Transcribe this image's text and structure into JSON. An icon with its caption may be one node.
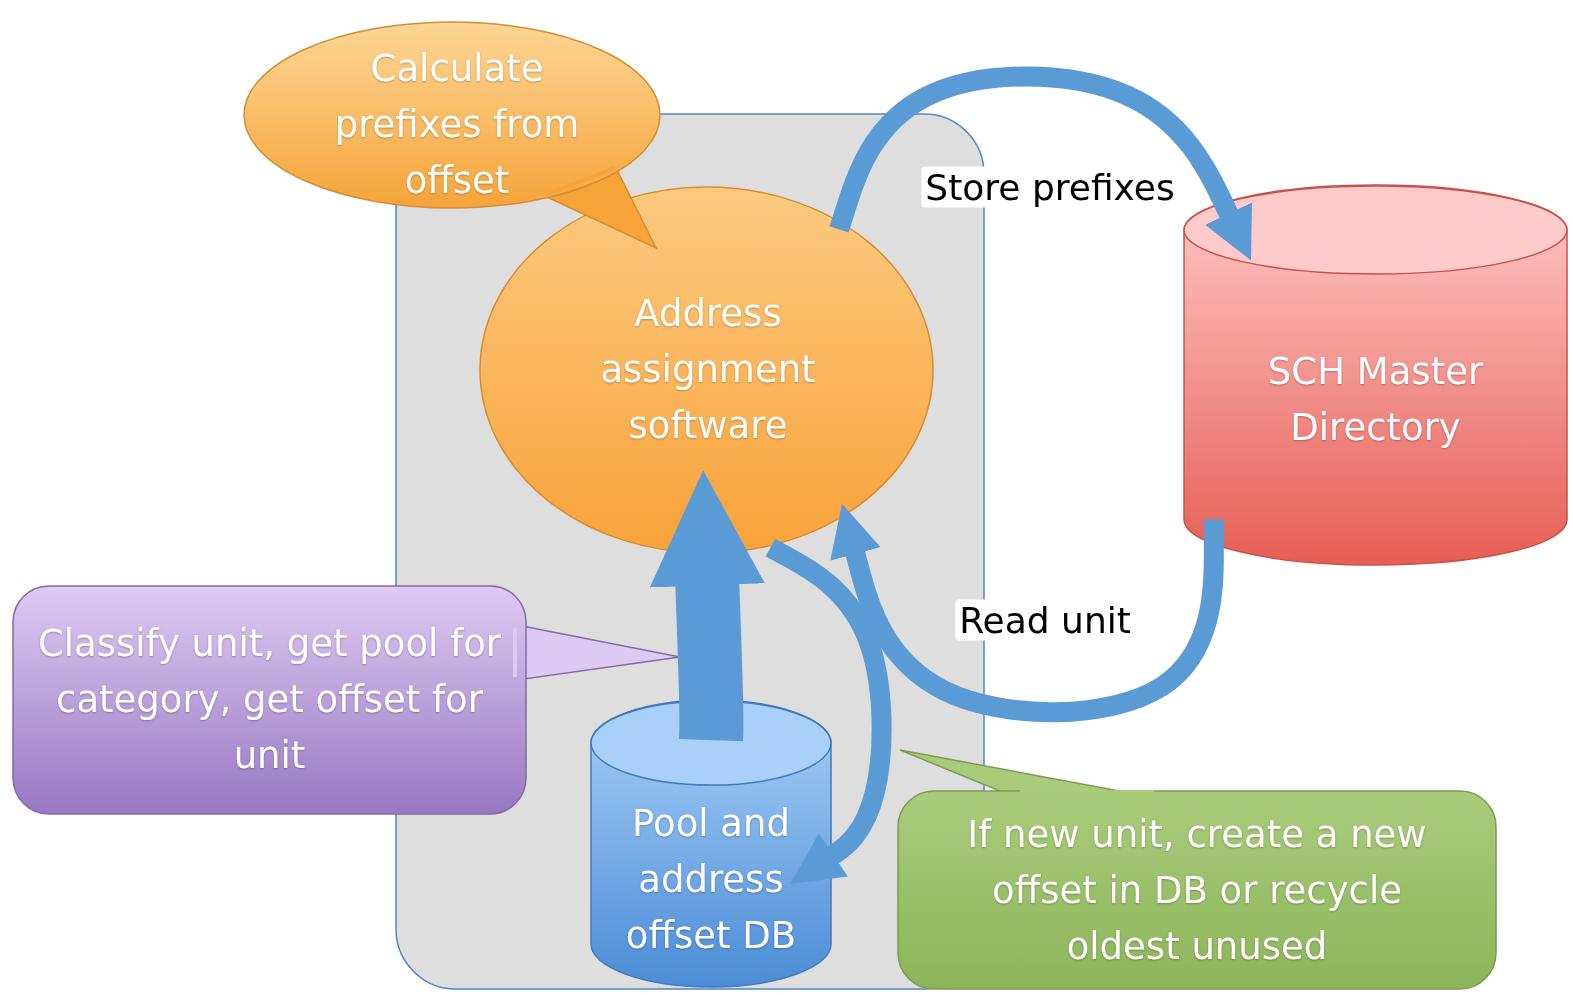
{
  "diagram": {
    "nodes": [
      {
        "text": [],
        "shape": "box"
      },
      {
        "text": [
          "Calculate prefixes from offset"
        ]
      },
      {
        "text": [
          "Address assignment software"
        ],
        "in": 0
      },
      {
        "text": [
          "SCH Master Directory"
        ]
      },
      {
        "text": [
          "Classify unit, get pool for category, get offset for unit"
        ]
      },
      {
        "text": [
          "Pool and address offset DB"
        ],
        "in": 0
      },
      {
        "text": [
          "If new unit, create a new offset in DB or recycle oldest unused"
        ]
      }
    ],
    "edges": [
      {
        "from": 2,
        "to": 3,
        "arrow": "to",
        "label": "Store prefixes"
      },
      {
        "from": 3,
        "to": 2,
        "arrow": "to",
        "label": "Read unit"
      },
      {
        "from": 5,
        "to": 2,
        "arrow": "to",
        "style": "thick"
      },
      {
        "from": 2,
        "to": 5,
        "arrow": "to"
      }
    ]
  }
}
